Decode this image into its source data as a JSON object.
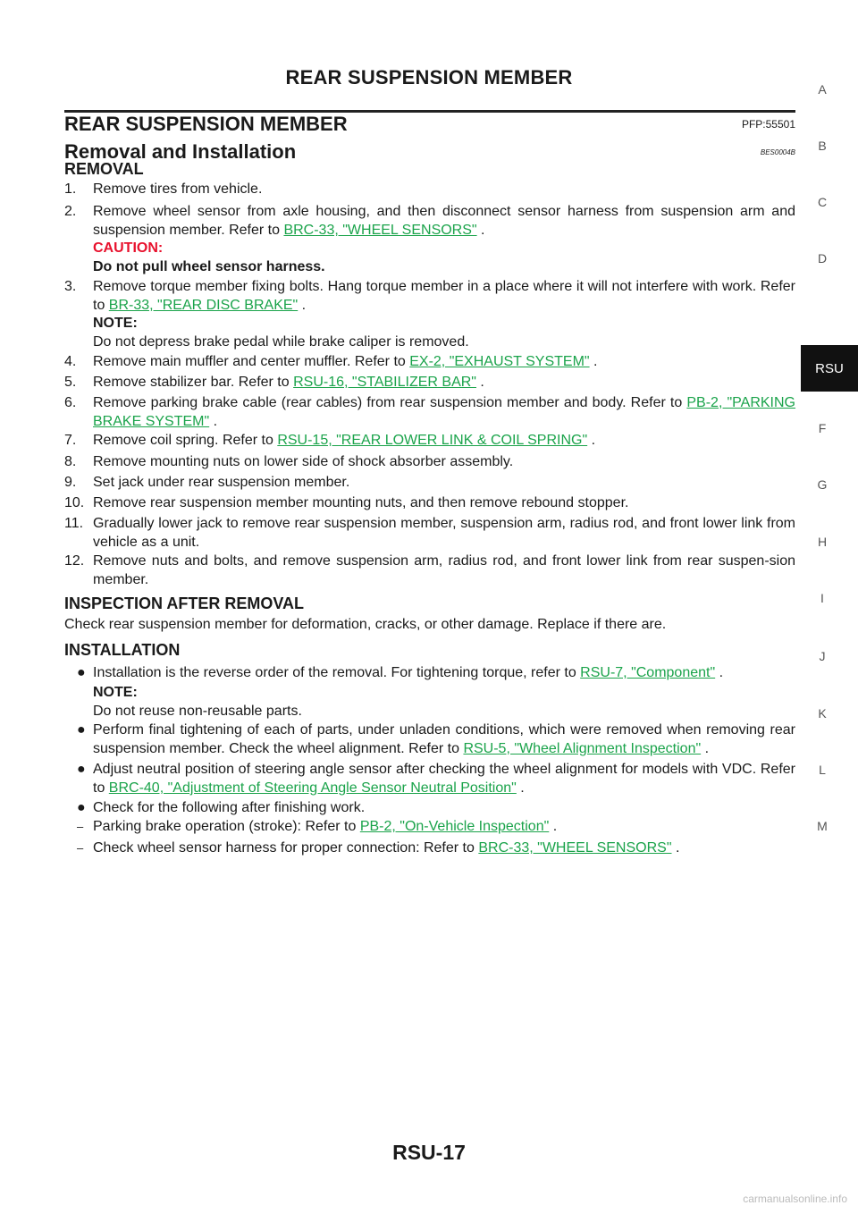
{
  "header": {
    "title": "REAR SUSPENSION MEMBER"
  },
  "section": {
    "title": "REAR SUSPENSION MEMBER",
    "code": "PFP:55501"
  },
  "subsection": {
    "title": "Removal and Installation",
    "code": "BES0004B"
  },
  "removal": {
    "heading": "REMOVAL",
    "steps": [
      {
        "num": "1.",
        "text": "Remove tires from vehicle."
      },
      {
        "num": "2.",
        "pre": "Remove wheel sensor from axle housing, and then disconnect sensor harness from suspension arm and suspension member. Refer to ",
        "link": "BRC-33, \"WHEEL SENSORS\"",
        "post": " ."
      },
      {
        "num": "3.",
        "pre": "Remove torque member fixing bolts. Hang torque member in a place where it will not interfere with work. Refer to ",
        "link": "BR-33, \"REAR DISC BRAKE\"",
        "post": " ."
      },
      {
        "num": "4.",
        "pre": "Remove main muffler and center muffler. Refer to ",
        "link": "EX-2, \"EXHAUST SYSTEM\"",
        "post": " ."
      },
      {
        "num": "5.",
        "pre": "Remove stabilizer bar. Refer to ",
        "link": "RSU-16, \"STABILIZER BAR\"",
        "post": " ."
      },
      {
        "num": "6.",
        "pre": "Remove parking brake cable (rear cables) from rear suspension member and body. Refer to ",
        "link": "PB-2, \"PARKING BRAKE SYSTEM\"",
        "post": " ."
      },
      {
        "num": "7.",
        "pre": "Remove coil spring. Refer to ",
        "link": "RSU-15, \"REAR LOWER LINK & COIL SPRING\"",
        "post": " ."
      },
      {
        "num": "8.",
        "text": "Remove mounting nuts on lower side of shock absorber assembly."
      },
      {
        "num": "9.",
        "text": "Set jack under rear suspension member."
      },
      {
        "num": "10.",
        "text": "Remove rear suspension member mounting nuts, and then remove rebound stopper."
      },
      {
        "num": "11.",
        "text": "Gradually lower jack to remove rear suspension member, suspension arm, radius rod, and front lower link from vehicle as a unit."
      },
      {
        "num": "12.",
        "text": "Remove nuts and bolts, and remove suspension arm, radius rod, and front lower link from rear suspen-sion member."
      }
    ],
    "caution_label": "CAUTION:",
    "caution_text": "Do not pull wheel sensor harness.",
    "note_label": "NOTE:",
    "note_text": "Do not depress brake pedal while brake caliper is removed."
  },
  "inspection": {
    "heading": "INSPECTION AFTER REMOVAL",
    "text": "Check rear suspension member for deformation, cracks, or other damage. Replace if there are."
  },
  "installation": {
    "heading": "INSTALLATION",
    "bullets": [
      {
        "pre": "Installation is the reverse order of the removal. For tightening torque, refer to ",
        "link": "RSU-7, \"Component\"",
        "post": " ."
      },
      {
        "pre": "Perform final tightening of each of parts, under unladen conditions, which were removed when removing rear suspension member. Check the wheel alignment. Refer to ",
        "link": "RSU-5, \"Wheel Alignment Inspection\"",
        "post": " ."
      },
      {
        "pre": "Adjust neutral position of steering angle sensor after checking the wheel alignment for models with VDC. Refer to ",
        "link": "BRC-40, \"Adjustment of Steering Angle Sensor Neutral Position\"",
        "post": " ."
      },
      {
        "text": "Check for the following after finishing work."
      }
    ],
    "note_label": "NOTE:",
    "note_text": "Do not reuse non-reusable parts.",
    "dashes": [
      {
        "pre": "Parking brake operation (stroke): Refer to ",
        "link": "PB-2, \"On-Vehicle Inspection\"",
        "post": " ."
      },
      {
        "pre": "Check wheel sensor harness for proper connection: Refer to ",
        "link": "BRC-33, \"WHEEL SENSORS\"",
        "post": " ."
      }
    ]
  },
  "side_index": {
    "letters": [
      "A",
      "B",
      "C",
      "D",
      "F",
      "G",
      "H",
      "I",
      "J",
      "K",
      "L",
      "M"
    ],
    "active": "RSU"
  },
  "footer": {
    "page": "RSU-17"
  },
  "watermark": "carmanualsonline.info",
  "colors": {
    "link": "#1aa34a",
    "caution": "#e8112d",
    "tab": "#111111"
  }
}
